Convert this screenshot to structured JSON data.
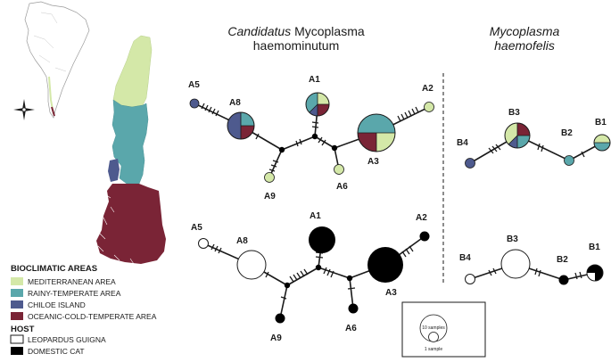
{
  "titles": {
    "left_line1_italic": "Candidatus",
    "left_line1_rest": "Mycoplasma",
    "left_line2": "haemominutum",
    "right_line1": "Mycoplasma",
    "right_line2": "haemofelis"
  },
  "legend": {
    "bioclimatic_title": "BIOCLIMATIC AREAS",
    "areas": [
      {
        "label": "MEDITERRANEAN AREA",
        "color": "#d4e8a8"
      },
      {
        "label": "RAINY-TEMPERATE AREA",
        "color": "#5aa7ab"
      },
      {
        "label": "CHILOE ISLAND",
        "color": "#4e5a8e"
      },
      {
        "label": "OCEANIC-COLD-TEMPERATE AREA",
        "color": "#7a2436"
      }
    ],
    "host_title": "HOST",
    "hosts": [
      {
        "label": "LEOPARDUS GUIGNA",
        "color": "#ffffff"
      },
      {
        "label": "DOMESTIC CAT",
        "color": "#000000"
      }
    ]
  },
  "size_legend": {
    "large_label": "10 samples",
    "small_label": "1 sample"
  },
  "nodes": {
    "A1": "A1",
    "A2": "A2",
    "A3": "A3",
    "A5": "A5",
    "A6": "A6",
    "A8": "A8",
    "A9": "A9",
    "B1": "B1",
    "B2": "B2",
    "B3": "B3",
    "B4": "B4"
  }
}
